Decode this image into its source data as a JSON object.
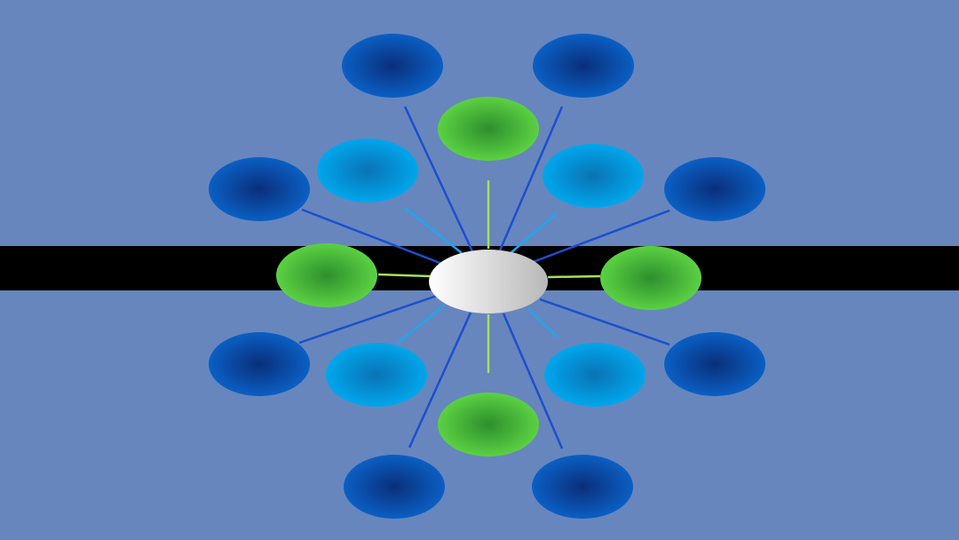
{
  "colors": {
    "background": "#6786bd",
    "band": "#000000",
    "center_light": "#ffffff",
    "center_dark": "#b8b8b8",
    "green_dark": "#2e8f2e",
    "green_light": "#5bd142",
    "cyan_dark": "#0a73b5",
    "cyan_light": "#00a6ec",
    "blue_dark": "#0a2f7a",
    "blue_light": "#0a5fc4",
    "line_green": "#a6e05c",
    "line_cyan": "#1fa6f0",
    "line_blue": "#1a4fcf"
  },
  "diagram": {
    "center": {
      "label": ""
    },
    "nodes": [
      {
        "id": "green-top",
        "group": "green",
        "label": ""
      },
      {
        "id": "green-bottom",
        "group": "green",
        "label": ""
      },
      {
        "id": "green-left",
        "group": "green",
        "label": ""
      },
      {
        "id": "green-right",
        "group": "green",
        "label": ""
      },
      {
        "id": "cyan-upper-left",
        "group": "cyan",
        "label": ""
      },
      {
        "id": "cyan-upper-right",
        "group": "cyan",
        "label": ""
      },
      {
        "id": "cyan-lower-left",
        "group": "cyan",
        "label": ""
      },
      {
        "id": "cyan-lower-right",
        "group": "cyan",
        "label": ""
      },
      {
        "id": "blue-top-left",
        "group": "blue",
        "label": ""
      },
      {
        "id": "blue-top-right",
        "group": "blue",
        "label": ""
      },
      {
        "id": "blue-mid-left-upper",
        "group": "blue",
        "label": ""
      },
      {
        "id": "blue-mid-right-upper",
        "group": "blue",
        "label": ""
      },
      {
        "id": "blue-mid-left-lower",
        "group": "blue",
        "label": ""
      },
      {
        "id": "blue-mid-right-lower",
        "group": "blue",
        "label": ""
      },
      {
        "id": "blue-bottom-left",
        "group": "blue",
        "label": ""
      },
      {
        "id": "blue-bottom-right",
        "group": "blue",
        "label": ""
      }
    ]
  }
}
